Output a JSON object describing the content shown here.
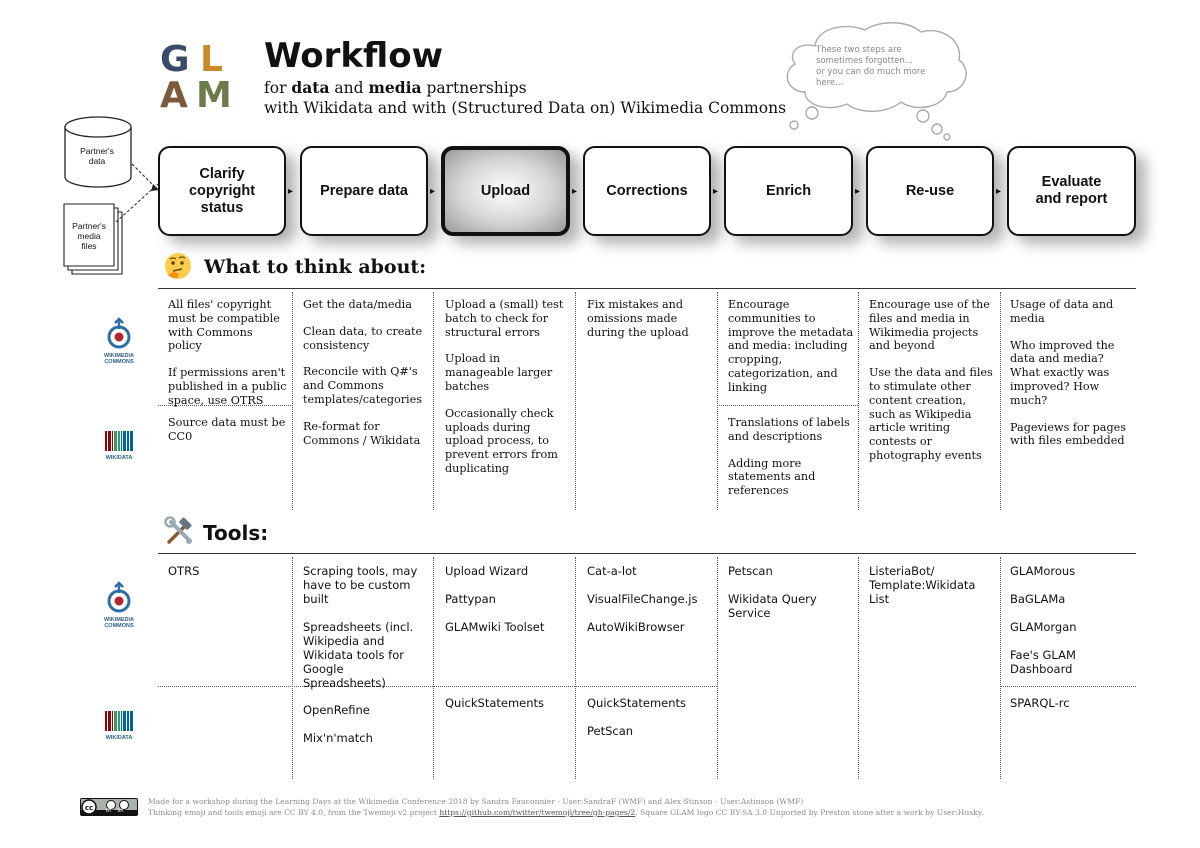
{
  "header": {
    "logo_letters": [
      "G",
      "L",
      "A",
      "M"
    ],
    "title": "Workflow",
    "subtitle_pre": "for ",
    "subtitle_bold1": "data",
    "subtitle_mid": " and ",
    "subtitle_bold2": "media",
    "subtitle_post": " partnerships",
    "subtitle_line2": "with Wikidata and with (Structured Data on) Wikimedia Commons"
  },
  "thought_cloud": {
    "lines": [
      "These two steps are",
      "sometimes forgotten...",
      "or you can do much more",
      "here..."
    ]
  },
  "inputs": {
    "partner_data": [
      "Partner's",
      "data"
    ],
    "partner_media": [
      "Partner's",
      "media",
      "files"
    ]
  },
  "steps": [
    {
      "lines": [
        "Clarify",
        "copyright",
        "status"
      ]
    },
    {
      "lines": [
        "Prepare data"
      ]
    },
    {
      "lines": [
        "Upload"
      ],
      "active": true
    },
    {
      "lines": [
        "Corrections"
      ]
    },
    {
      "lines": [
        "Enrich"
      ]
    },
    {
      "lines": [
        "Re-use"
      ]
    },
    {
      "lines": [
        "Evaluate",
        "and report"
      ]
    }
  ],
  "think_section": {
    "title": "What to think about:",
    "icon": "thinking-face-icon",
    "commons_row": [
      [
        "All files' copyright must be compatible with Commons policy",
        "If permissions aren't published in a public space, use OTRS"
      ],
      [
        "Get the data/media",
        "Clean data, to create consistency",
        "Reconcile with Q#'s and Commons templates/categories",
        "Re-format for Commons / Wikidata"
      ],
      [
        "Upload a (small) test batch to check for structural errors",
        "Upload in manageable larger batches",
        "Occasionally check uploads during upload process, to prevent errors from duplicating"
      ],
      [
        "Fix mistakes and omissions made during the upload"
      ],
      [
        "Encourage communities to improve the metadata and media: including cropping, categorization, and linking"
      ],
      [
        "Encourage use of the files and media  in Wikimedia projects and beyond",
        "Use the data and files to stimulate other content creation, such as Wikipedia article writing contests or photography events"
      ],
      [
        "Usage of data and media",
        "Who improved the data and media? What exactly was improved? How much?",
        "Pageviews for pages with files embedded"
      ]
    ],
    "wikidata_row": [
      [
        "Source data must be CC0"
      ],
      [],
      [],
      [],
      [
        "Translations of labels and descriptions",
        "Adding more statements and references"
      ],
      [],
      []
    ]
  },
  "tools_section": {
    "title": "Tools:",
    "icon": "hammer-and-wrench-icon",
    "commons_row": [
      [
        "OTRS"
      ],
      [
        "Scraping tools, may have to be custom built",
        "Spreadsheets (incl. Wikipedia and Wikidata tools for Google Spreadsheets)"
      ],
      [
        "Upload Wizard",
        "Pattypan",
        "GLAMwiki Toolset"
      ],
      [
        "Cat-a-lot",
        "VisualFileChange.js",
        "AutoWikiBrowser"
      ],
      [
        "Petscan",
        "Wikidata Query Service"
      ],
      [
        "ListeriaBot/ Template:Wikidata List"
      ],
      [
        "GLAMorous",
        "BaGLAMa",
        "GLAMorgan",
        "Fae's GLAM Dashboard"
      ]
    ],
    "wikidata_row": [
      [],
      [
        "OpenRefine",
        "Mix'n'match"
      ],
      [
        "QuickStatements"
      ],
      [
        "QuickStatements",
        "PetScan"
      ],
      [],
      [],
      [
        "SPARQL-rc"
      ]
    ]
  },
  "side_logos": {
    "commons_label": [
      "WIKIMEDIA",
      "COMMONS"
    ],
    "wikidata_label": "WIKIDATA"
  },
  "footer": {
    "license_badge": [
      "BY",
      "SA"
    ],
    "line1": "Made for a workshop during the Learning Days at the Wikimedia Conference 2018 by Sandra Fauconnier - User:SandraF (WMF) and Alex Stinson - User:Astinson (WMF)",
    "line2_pre": "Thinking emoji and tools emoji are CC BY 4.0, from the Twemoji v2 project ",
    "line2_link": "https://github.com/twitter/twemoji/tree/gh-pages/2",
    "line2_post": ". Square GLAM logo CC BY-SA 3.0 Unported by Preston stone after a work by User:Husky."
  },
  "colors": {
    "logo_G": "#3b4a6b",
    "logo_L": "#c88a2a",
    "logo_A": "#7a5a3a",
    "logo_M": "#6d7a4a",
    "commons_red": "#b5262c",
    "commons_blue": "#2d6da8",
    "wikidata_red": "#990000",
    "wikidata_green": "#339966",
    "wikidata_blue": "#006699"
  }
}
